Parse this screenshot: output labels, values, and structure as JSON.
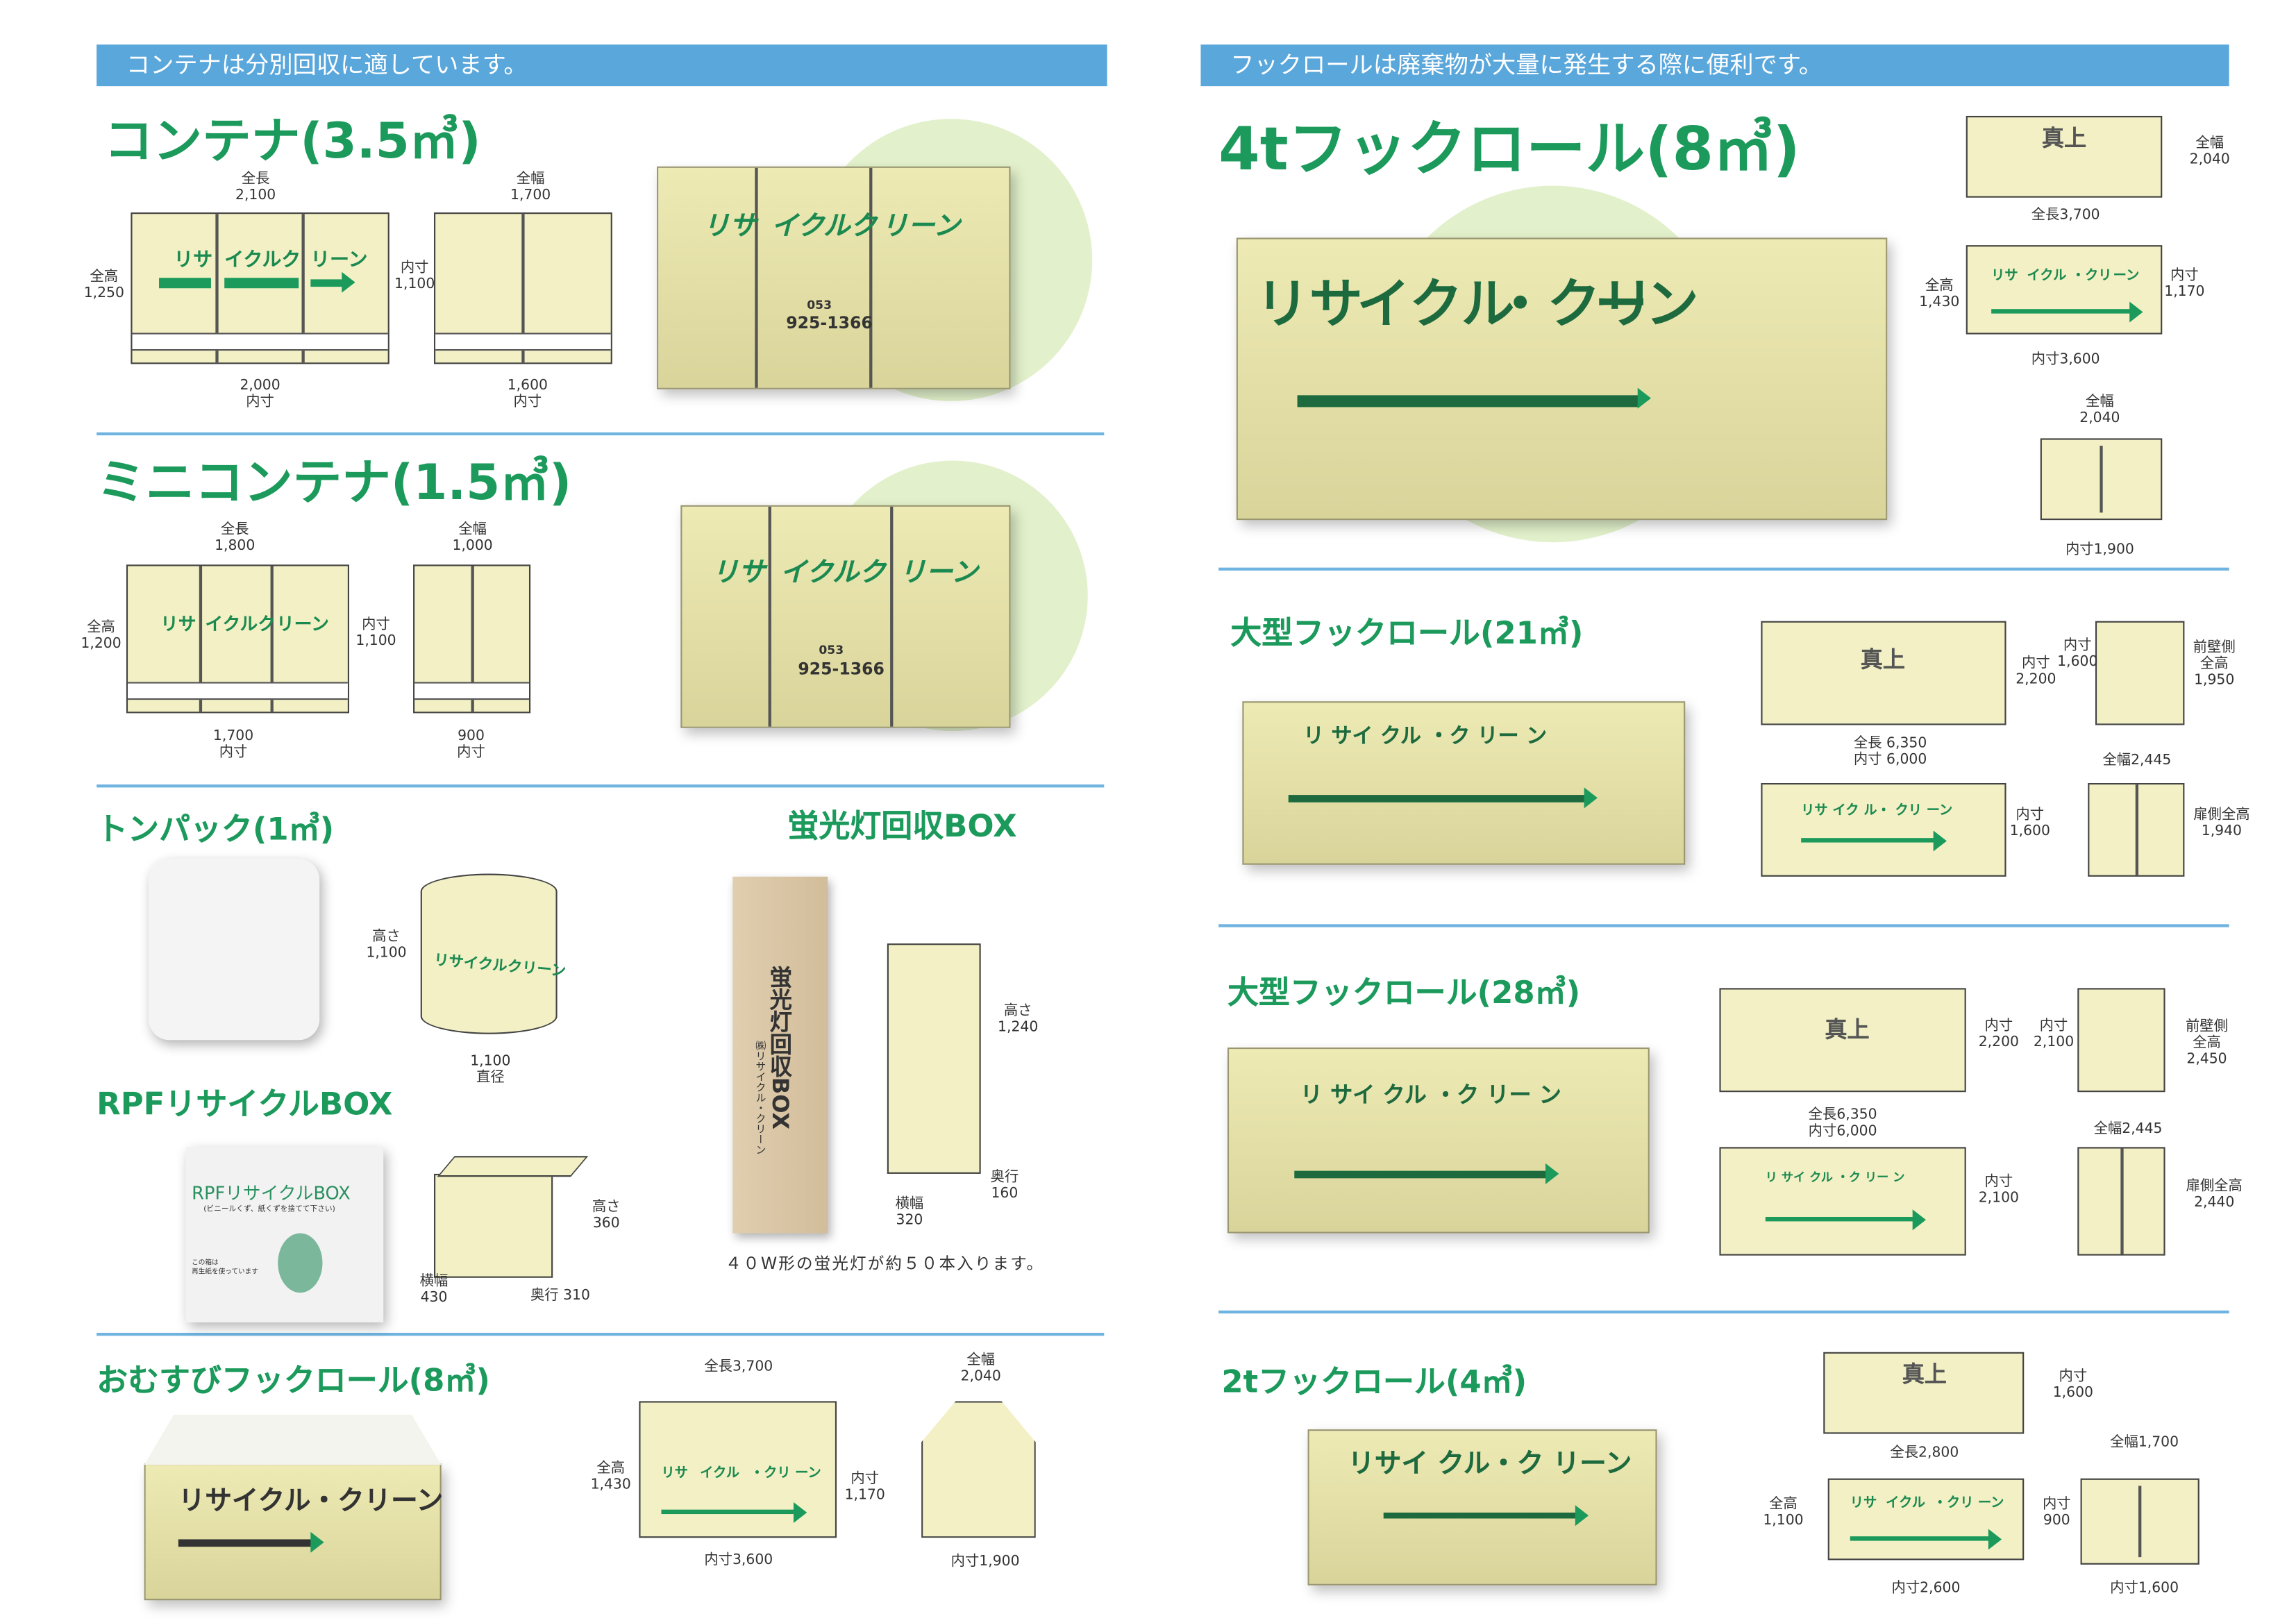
{
  "left_banner": "コンテナは分別回収に適しています。",
  "right_banner": "フックロールは廃棄物が大量に発生する際に便利です。",
  "colors": {
    "brand_green": "#1b9a5c",
    "banner_blue": "#5aa7dc",
    "container_cream": "#f2f0c4",
    "highlight_circle": "#e2f1cb"
  },
  "container35": {
    "title": "コンテナ(3.5㎥)",
    "lettering": [
      "リサ",
      "イクルク",
      "リーン"
    ],
    "photo_lettering": [
      "リサ",
      "イクルク",
      "リーン",
      "053",
      "925-1366"
    ],
    "dims": [
      "全長\n2,100",
      "全幅\n1,700",
      "全高\n1,250",
      "内寸\n1,100",
      "2,000\n内寸",
      "1,600\n内寸"
    ]
  },
  "mini_container": {
    "title": "ミニコンテナ(1.5㎥)",
    "lettering": [
      "リサ",
      "イクルク",
      "リーン"
    ],
    "photo_lettering": [
      "リサ",
      "イクルク",
      "リーン",
      "053",
      "925-1366"
    ],
    "dims": [
      "全長\n1,800",
      "全幅\n1,000",
      "全高\n1,200",
      "内寸\n1,100",
      "1,700\n内寸",
      "900\n内寸"
    ]
  },
  "tonpack": {
    "title": "トンパック(1㎥)",
    "lettering": "リサイクルクリーン",
    "dims": [
      "高さ\n1,100",
      "1,100\n直径"
    ]
  },
  "fluorescent_box": {
    "title": "蛍光灯回収BOX",
    "box_print": "蛍光灯回収BOX",
    "box_company": "㈱リサイクル・クリーン",
    "note": "４０W形の蛍光灯が約５０本入ります。",
    "dims": [
      "高さ\n1,240",
      "奥行\n160",
      "横幅\n320"
    ]
  },
  "rpf_box": {
    "title": "RPFリサイクルBOX",
    "box_print": "RPFリサイクルBOX",
    "box_subtext": "(ビニールくず、紙くずを捨てて下さい)",
    "box_recycled_note": "この箱は\n再生紙を使っています",
    "dims": [
      "高さ\n360",
      "横幅\n430",
      "奥行 310"
    ]
  },
  "omusubi": {
    "title": "おむすびフックロール(8㎥)",
    "photo_lettering": "リサイクル・クリーン",
    "lettering": [
      "リサ",
      "イクル",
      "・クリ",
      "ーン"
    ],
    "dims": [
      "全長3,700",
      "全高\n1,430",
      "内寸\n1,170",
      "内寸3,600",
      "全幅\n2,040",
      "内寸1,900"
    ]
  },
  "hook4t": {
    "title": "4tフックロール(8㎥)",
    "top_view_label": "真上",
    "photo_lettering": [
      "リサ",
      "イクル",
      "・クリ",
      "ーン"
    ],
    "lettering": [
      "リサ",
      "イクル",
      "・クリ",
      "ーン"
    ],
    "dims": [
      "全幅\n2,040",
      "全長3,700",
      "全高\n1,430",
      "内寸\n1,170",
      "内寸3,600",
      "全幅\n2,040",
      "内寸1,900"
    ]
  },
  "hook21": {
    "title": "大型フックロール(21㎥)",
    "top_view_label": "真上",
    "photo_lettering": "リ サイ クル ・ク リー ン",
    "lettering": "リサ イク ル・ クリ ーン",
    "dims": [
      "内寸\n2,200",
      "内寸\n1,600",
      "前壁側\n全高\n1,950",
      "全長 6,350\n内寸 6,000",
      "内寸\n1,600",
      "全幅2,445",
      "扉側全高\n1,940"
    ]
  },
  "hook28": {
    "title": "大型フックロール(28㎥)",
    "top_view_label": "真上",
    "photo_lettering": "リ サイ クル ・ク リー ン",
    "lettering": "リ サイ クル ・ク リー ン",
    "dims": [
      "内寸\n2,200",
      "内寸\n2,100",
      "前壁側\n全高\n2,450",
      "全長6,350\n内寸6,000",
      "内寸\n2,100",
      "全幅2,445",
      "扉側全高\n2,440"
    ]
  },
  "hook2t": {
    "title": "2tフックロール(4㎥)",
    "top_view_label": "真上",
    "photo_lettering": "リサイ クル・ク リーン",
    "lettering": [
      "リサ",
      "イクル",
      "・クリ",
      "ーン"
    ],
    "dims": [
      "内寸\n1,600",
      "全長2,800",
      "全幅1,700",
      "全高\n1,100",
      "内寸\n900",
      "内寸2,600",
      "内寸1,600"
    ]
  }
}
